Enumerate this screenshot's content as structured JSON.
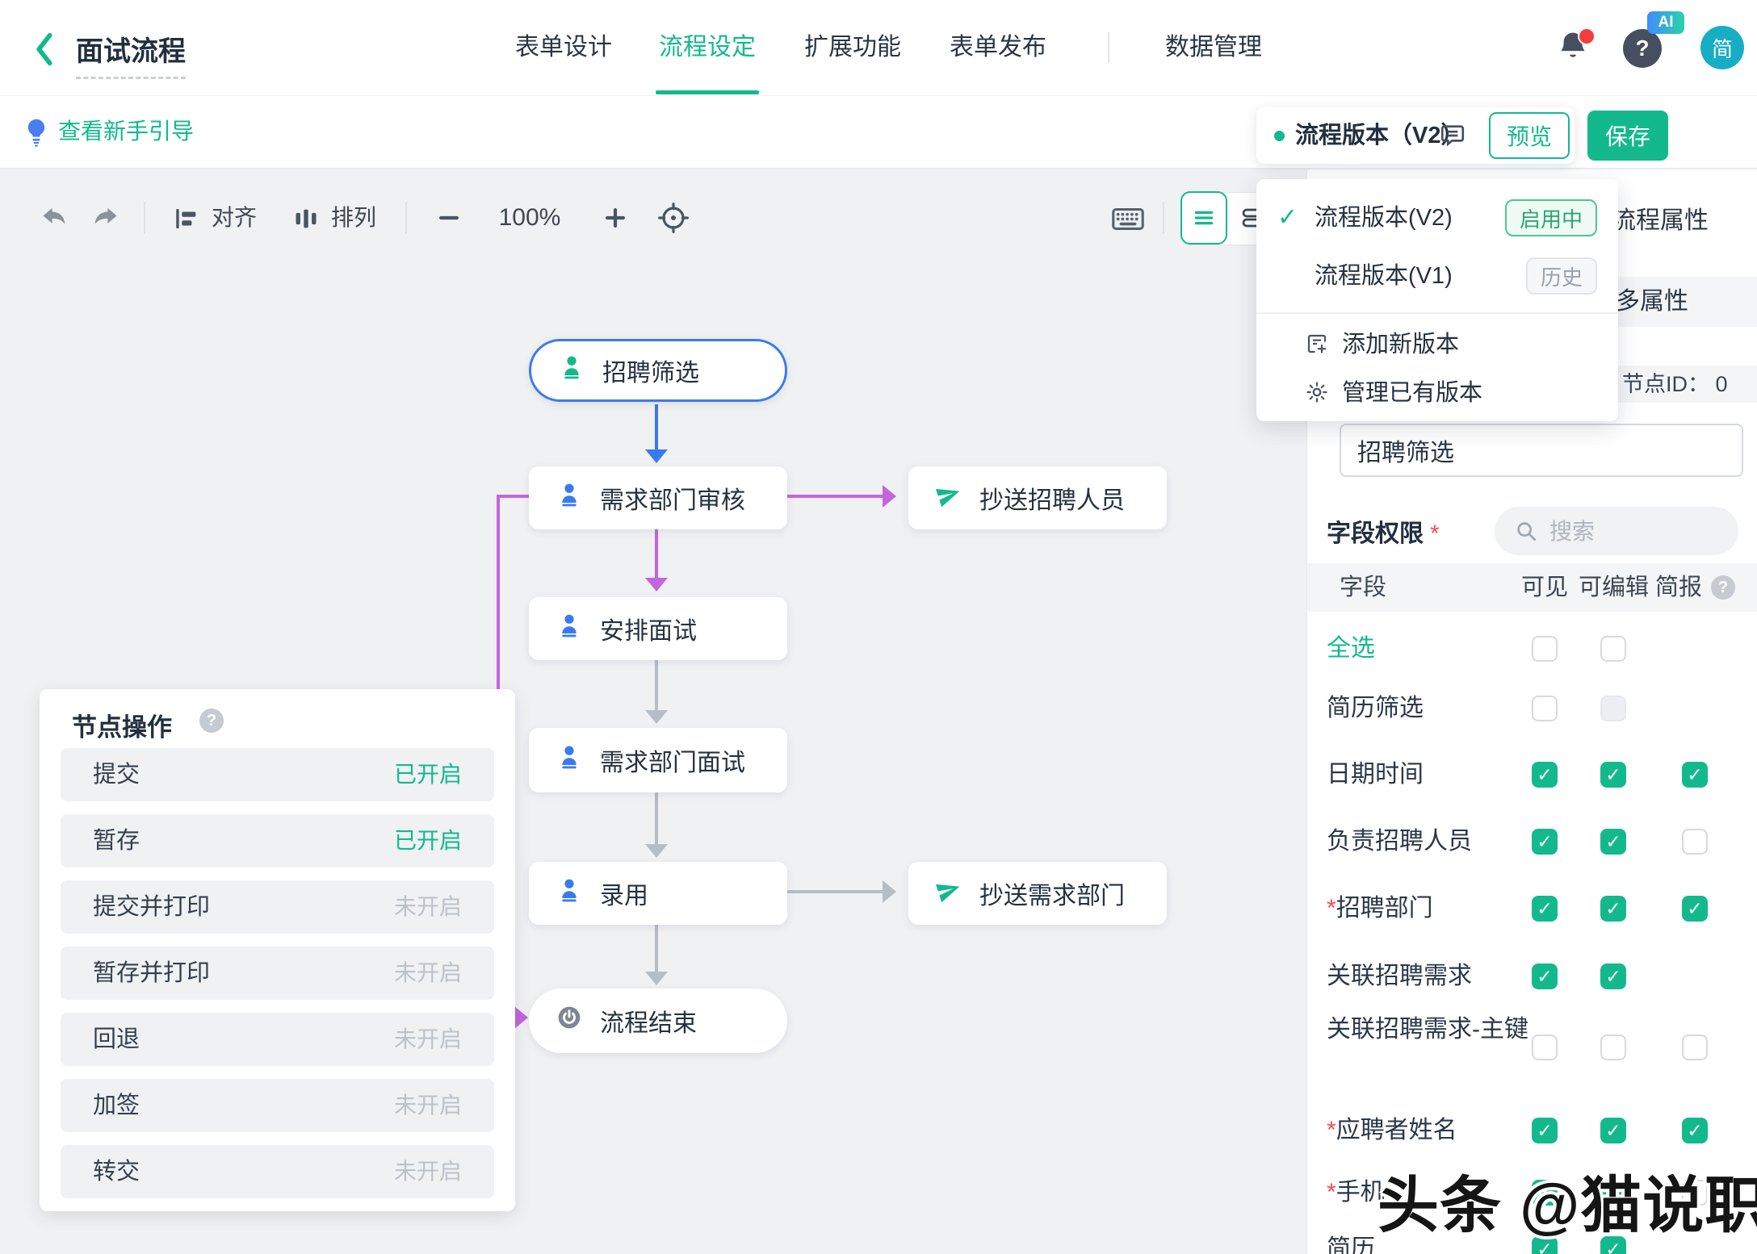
{
  "nav": {
    "title": "面试流程",
    "tabs": [
      {
        "label": "表单设计"
      },
      {
        "label": "流程设定"
      },
      {
        "label": "扩展功能"
      },
      {
        "label": "表单发布"
      },
      {
        "label": "数据管理"
      }
    ],
    "help_glyph": "?",
    "ai_badge": "AI",
    "avatar": "简"
  },
  "guide": {
    "label": "查看新手引导"
  },
  "toolbar": {
    "align_label": "对齐",
    "arrange_label": "排列",
    "zoom_level": "100%"
  },
  "version_bar": {
    "current_label": "流程版本（V2）",
    "preview_label": "预览",
    "save_label": "保存",
    "menu": {
      "items": [
        {
          "label": "流程版本(V2)",
          "badge": "启用中",
          "check": "✓"
        },
        {
          "label": "流程版本(V1)",
          "badge": "历史",
          "check": ""
        }
      ],
      "add_label": "添加新版本",
      "manage_label": "管理已有版本"
    }
  },
  "flow": {
    "nodes": [
      {
        "label": "招聘筛选"
      },
      {
        "label": "需求部门审核"
      },
      {
        "label": "抄送招聘人员"
      },
      {
        "label": "安排面试"
      },
      {
        "label": "需求部门面试"
      },
      {
        "label": "录用"
      },
      {
        "label": "抄送需求部门"
      },
      {
        "label": "流程结束"
      }
    ]
  },
  "node_ops": {
    "title": "节点操作",
    "help_glyph": "?",
    "rows": [
      {
        "label": "提交",
        "status": "已开启",
        "state": "on"
      },
      {
        "label": "暂存",
        "status": "已开启",
        "state": "on"
      },
      {
        "label": "提交并打印",
        "status": "未开启",
        "state": "off"
      },
      {
        "label": "暂存并打印",
        "status": "未开启",
        "state": "off"
      },
      {
        "label": "回退",
        "status": "未开启",
        "state": "off"
      },
      {
        "label": "加签",
        "status": "未开启",
        "state": "off"
      },
      {
        "label": "转交",
        "status": "未开启",
        "state": "off"
      }
    ]
  },
  "properties": {
    "panel_title": "流程属性",
    "more_label": "更多属性",
    "node_id_label": "节点ID： 0",
    "node_name_value": "招聘筛选",
    "field_perm_label": "字段权限",
    "required_mark": "*",
    "search_placeholder": "搜索",
    "table": {
      "field_col": "字段",
      "col_visible": "可见",
      "col_editable": "可编辑",
      "col_report": "简报",
      "help_glyph": "?",
      "rows": [
        {
          "label": "全选",
          "required": "",
          "visible": "unchecked",
          "editable": "unchecked",
          "report": "none"
        },
        {
          "label": "简历筛选",
          "required": "",
          "visible": "unchecked",
          "editable": "disabled",
          "report": "none"
        },
        {
          "label": "日期时间",
          "required": "",
          "visible": "checked",
          "editable": "checked",
          "report": "checked"
        },
        {
          "label": "负责招聘人员",
          "required": "",
          "visible": "checked",
          "editable": "checked",
          "report": "unchecked"
        },
        {
          "label": "招聘部门",
          "required": "*",
          "visible": "checked",
          "editable": "checked",
          "report": "checked"
        },
        {
          "label": "关联招聘需求",
          "required": "",
          "visible": "checked",
          "editable": "checked",
          "report": "none"
        },
        {
          "label": "关联招聘需求-主键",
          "required": "",
          "visible": "unchecked",
          "editable": "unchecked",
          "report": "unchecked"
        },
        {
          "label": "应聘者姓名",
          "required": "*",
          "visible": "checked",
          "editable": "checked",
          "report": "checked"
        },
        {
          "label": "手机",
          "required": "*",
          "visible": "checked",
          "editable": "checked",
          "report": "unchecked"
        },
        {
          "label": "简历",
          "required": "",
          "visible": "checked",
          "editable": "checked",
          "report": "none"
        }
      ]
    }
  },
  "watermark": "头条 @猫说职场"
}
